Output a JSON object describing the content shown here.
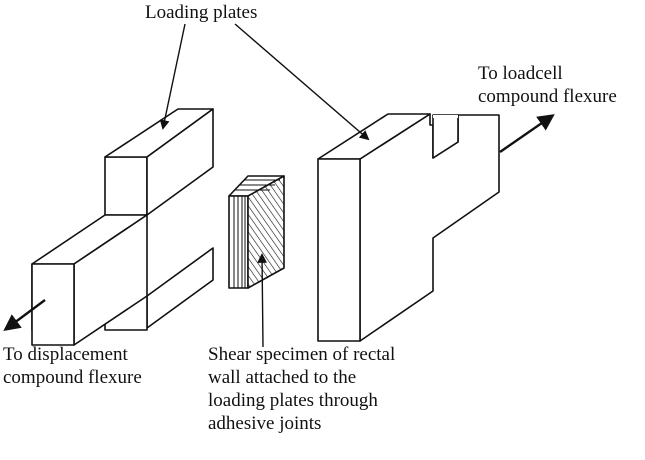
{
  "labels": {
    "loading_plates": "Loading plates",
    "loadcell": [
      "To loadcell",
      "compound flexure"
    ],
    "displacement": [
      "To displacement",
      "compound flexure"
    ],
    "specimen": [
      "Shear specimen of rectal",
      "wall attached to the",
      "loading plates through",
      "adhesive joints"
    ]
  },
  "colors": {
    "line": "#111111",
    "background": "#ffffff"
  }
}
